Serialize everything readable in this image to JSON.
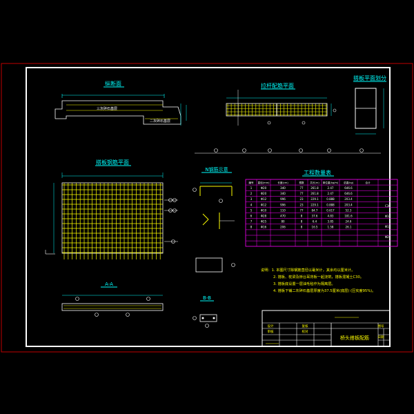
{
  "drawing": {
    "views": {
      "section": {
        "title": "纵断面",
        "label_layer1": "三灰碎石基层",
        "label_layer2": "二灰碎石基层"
      },
      "rebar_plan": {
        "title": "拉杆配筋平面"
      },
      "slab_division": {
        "title": "搭板平面划分"
      },
      "mesh_plan": {
        "title": "搭板钢筋平面"
      },
      "detail": {
        "title": "N钢筋示意"
      },
      "section_aa": {
        "title": "A-A"
      },
      "section_bb": {
        "title": "B-B"
      }
    },
    "table": {
      "title": "工程数量表",
      "headers": [
        "编号",
        "直径(mm)",
        "长度(cm)",
        "根数",
        "共长(m)",
        "单位重(kg/m)",
        "总重(kg)",
        "合计"
      ],
      "rows": [
        [
          "1",
          "Φ20",
          "340",
          "77",
          "261.8",
          "2.47",
          "646.6",
          ""
        ],
        [
          "2",
          "Φ20",
          "340",
          "77",
          "261.8",
          "2.47",
          "646.6",
          ""
        ],
        [
          "3",
          "Φ12",
          "996",
          "23",
          "229.1",
          "0.888",
          "203.4",
          ""
        ],
        [
          "4",
          "Φ12",
          "996",
          "23",
          "229.1",
          "0.888",
          "203.4",
          ""
        ],
        [
          "5",
          "Φ10",
          "110",
          "77",
          "84.7",
          "0.617",
          "52.3",
          ""
        ],
        [
          "6",
          "Φ28",
          "470",
          "8",
          "37.6",
          "4.83",
          "181.6",
          ""
        ],
        [
          "7",
          "Φ25",
          "80",
          "8",
          "6.4",
          "3.85",
          "24.6",
          ""
        ],
        [
          "8",
          "Φ16",
          "206",
          "8",
          "16.5",
          "1.58",
          "26.1",
          ""
        ]
      ],
      "summary": [
        "C30",
        "Φ10",
        "Φ12",
        "Φ20"
      ]
    },
    "notes": [
      "说明：1. 本图尺寸除钢筋直径以毫米计，其余均以厘米计。",
      "2. 搭板、枕梁及桥台耳背板一起浇筑，搭板混凝土C30。",
      "3. 搭板底设置一层油毛毡作为隔离层。",
      "4. 搭板下铺二灰碎石基层厚度为37.5厘米(底层) (压实度95%)。"
    ],
    "title_block": {
      "drawing_name": "桥头搭板配筋",
      "cells": [
        "设计",
        "复核",
        "审核",
        "校对",
        "图号",
        "日期"
      ]
    }
  }
}
